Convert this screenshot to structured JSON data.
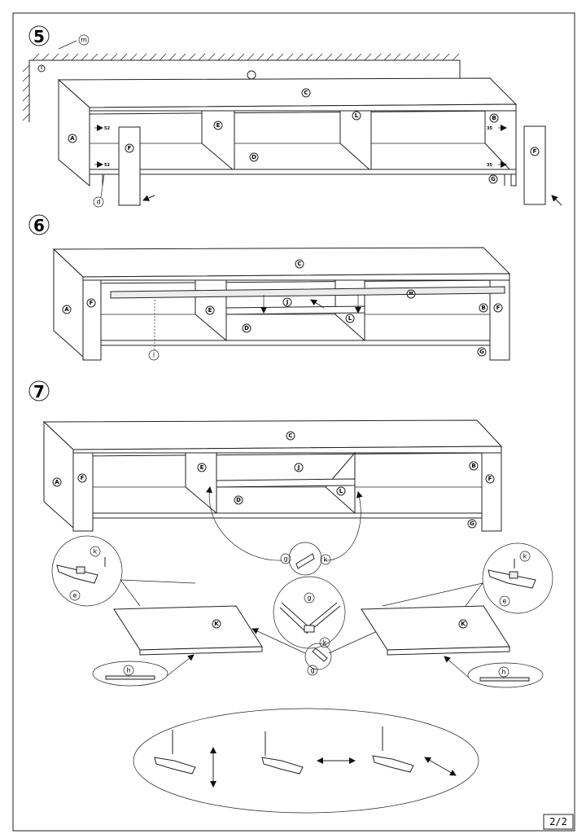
{
  "page": {
    "number": "2/2"
  },
  "steps": [
    {
      "number": "5",
      "labels": {
        "wall": "I",
        "wall_plug": "m",
        "top": "C",
        "side": "A",
        "partition_left": "E",
        "partition_right": "L",
        "bottom": "D",
        "shelf_right": "B",
        "leg_left": "F",
        "leg_right": "F",
        "back": "G",
        "dowel": "d"
      },
      "measurements": [
        "52",
        "52",
        "35",
        "35"
      ]
    },
    {
      "number": "6",
      "labels": {
        "top": "C",
        "side": "A",
        "leg_left": "F",
        "leg_right": "F",
        "partition_left": "E",
        "shelf_mid": "J",
        "partition_right": "L",
        "bottom": "D",
        "shelf_right": "B",
        "rail": "M",
        "back": "G",
        "screw": "l"
      }
    },
    {
      "number": "7",
      "labels": {
        "top": "C",
        "side": "A",
        "leg_left": "F",
        "leg_right": "F",
        "partition_left": "E",
        "shelf_mid": "J",
        "partition_right": "L",
        "bottom": "D",
        "shelf_right": "B",
        "back": "G",
        "door_left": "K",
        "door_right": "K",
        "hinge_plate": "e",
        "hinge": "g",
        "screw": "k",
        "handle": "h"
      }
    }
  ]
}
